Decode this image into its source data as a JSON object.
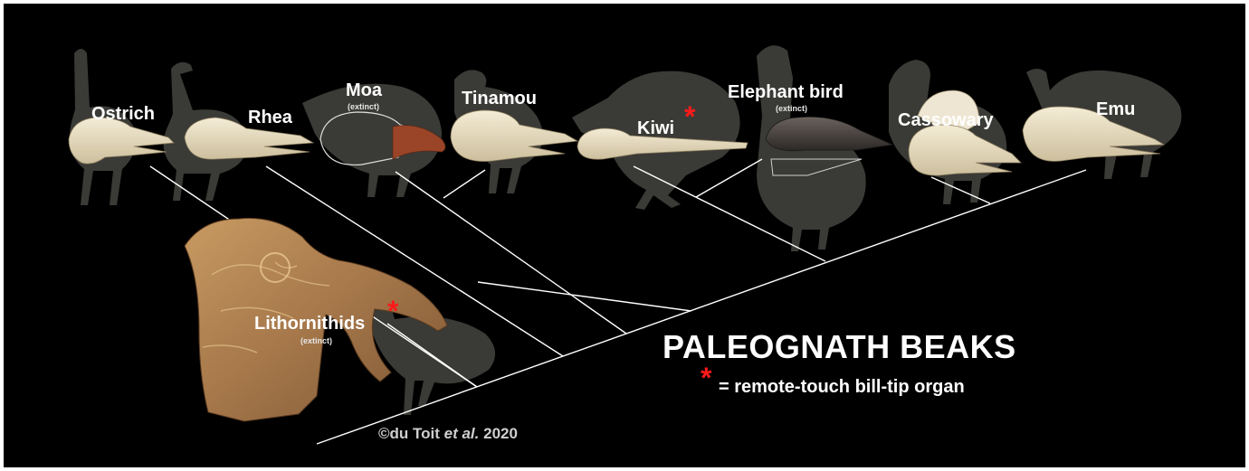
{
  "title": "PALEOGNATH BEAKS",
  "legend": {
    "symbol": "*",
    "text": "= remote-touch bill-tip organ"
  },
  "credit": {
    "prefix": "©du Toit ",
    "italic": "et al.",
    "suffix": " 2020"
  },
  "taxa": [
    {
      "name": "Ostrich"
    },
    {
      "name": "Rhea"
    },
    {
      "name": "Moa",
      "note": "(extinct)"
    },
    {
      "name": "Tinamou"
    },
    {
      "name": "Kiwi",
      "marker": "*"
    },
    {
      "name": "Elephant bird",
      "note": "(extinct)"
    },
    {
      "name": "Cassowary"
    },
    {
      "name": "Emu"
    },
    {
      "name": "Lithornithids",
      "note": "(extinct)",
      "marker": "*"
    }
  ],
  "colors": {
    "background": "#000000",
    "text": "#ffffff",
    "marker": "#ff1a1a",
    "tree_lines": "#ffffff",
    "silhouette": "#3a3a36",
    "skull_bone": "#e9dfc3",
    "fossil": "#b98852"
  }
}
